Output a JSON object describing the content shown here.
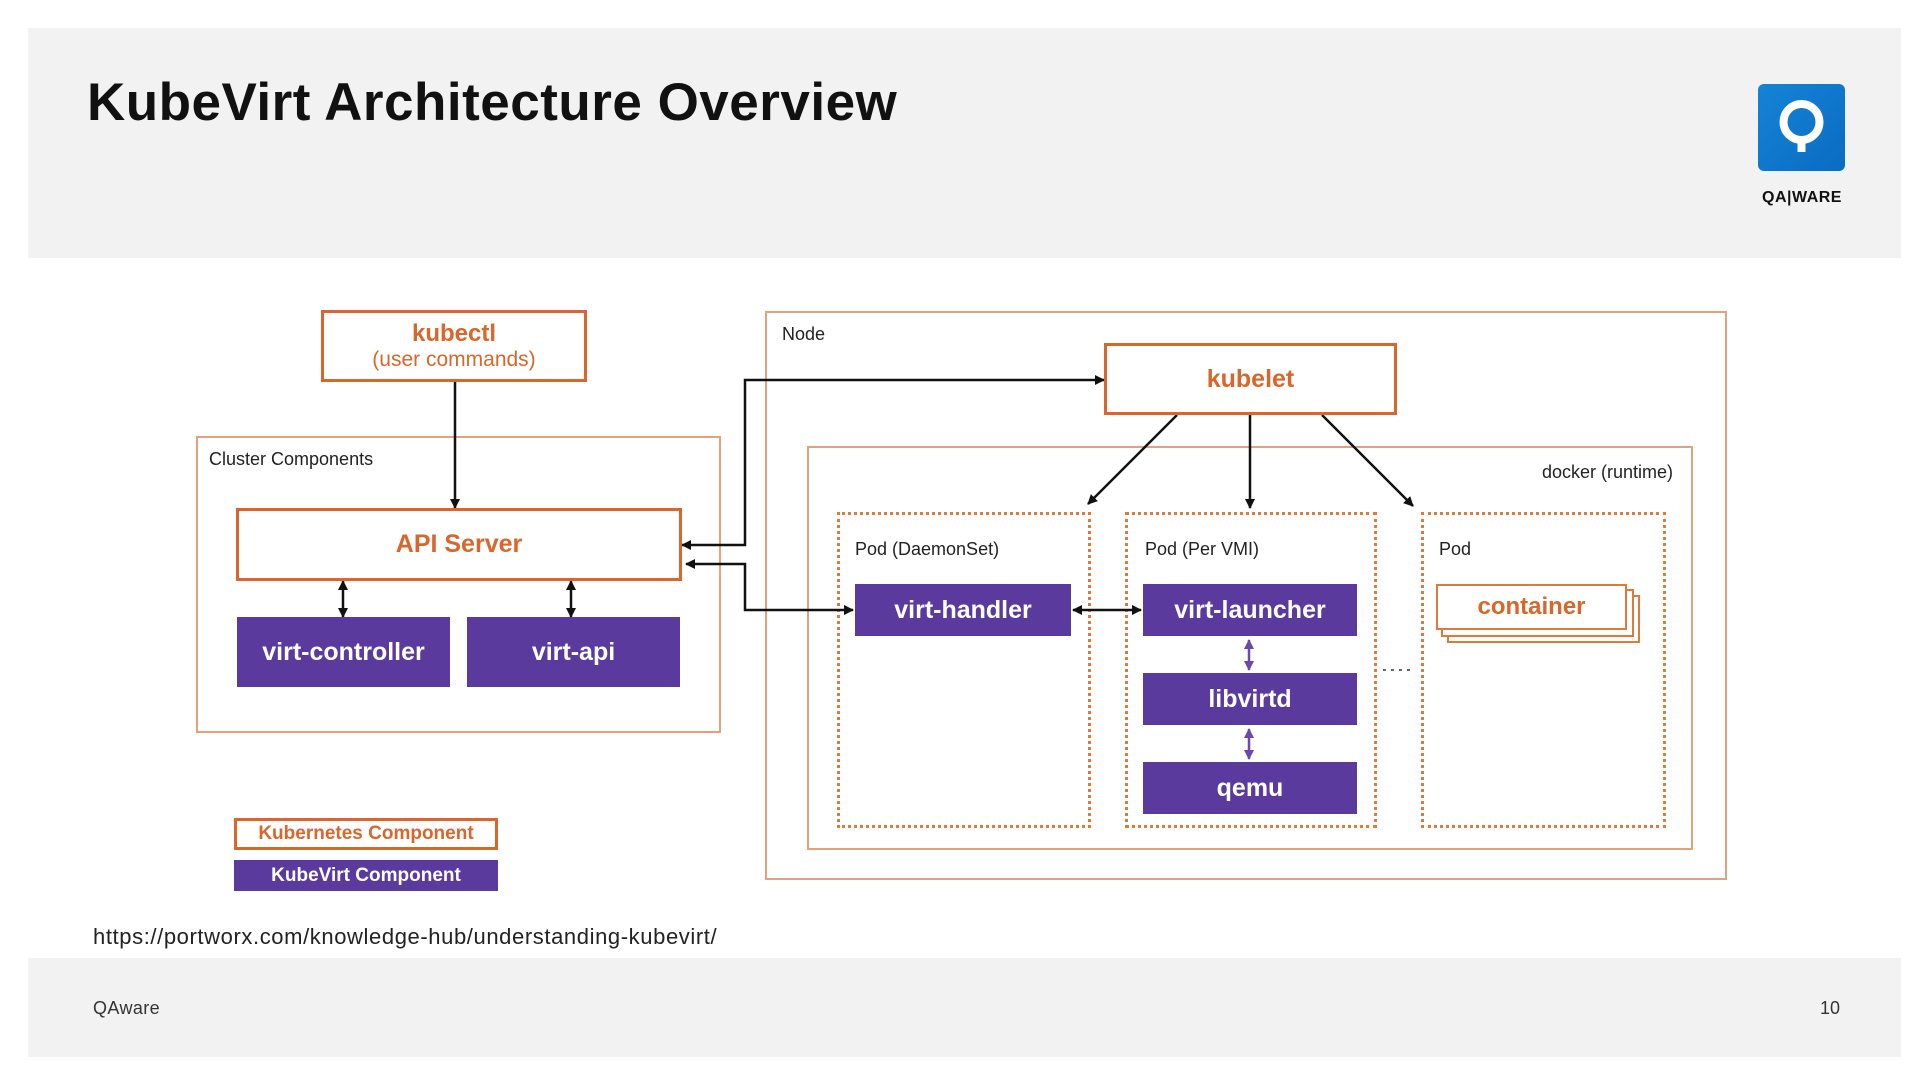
{
  "header": {
    "title": "KubeVirt Architecture Overview"
  },
  "logo": {
    "text": "QA|WARE",
    "icon": "qaware-logo-icon",
    "color": "#1583d6"
  },
  "diagram": {
    "kubectl": {
      "title": "kubectl",
      "subtitle": "(user commands)"
    },
    "cluster_components": {
      "label": "Cluster Components",
      "api_server": "API Server",
      "virt_controller": "virt-controller",
      "virt_api": "virt-api"
    },
    "node": {
      "label": "Node",
      "kubelet": "kubelet",
      "runtime_label": "docker (runtime)",
      "pod_daemonset": {
        "label": "Pod (DaemonSet)",
        "virt_handler": "virt-handler"
      },
      "pod_per_vmi": {
        "label": "Pod (Per VMI)",
        "virt_launcher": "virt-launcher",
        "libvirtd": "libvirtd",
        "qemu": "qemu"
      },
      "pod_generic": {
        "label": "Pod",
        "container": "container"
      }
    },
    "legend": {
      "kubernetes_component": "Kubernetes Component",
      "kubevirt_component": "KubeVirt Component"
    },
    "colors": {
      "kubernetes": "#d9662a",
      "kubevirt": "#5b3a9e"
    }
  },
  "source_url": "https://portworx.com/knowledge-hub/understanding-kubevirt/",
  "footer": {
    "company": "QAware",
    "page_number": "10"
  }
}
